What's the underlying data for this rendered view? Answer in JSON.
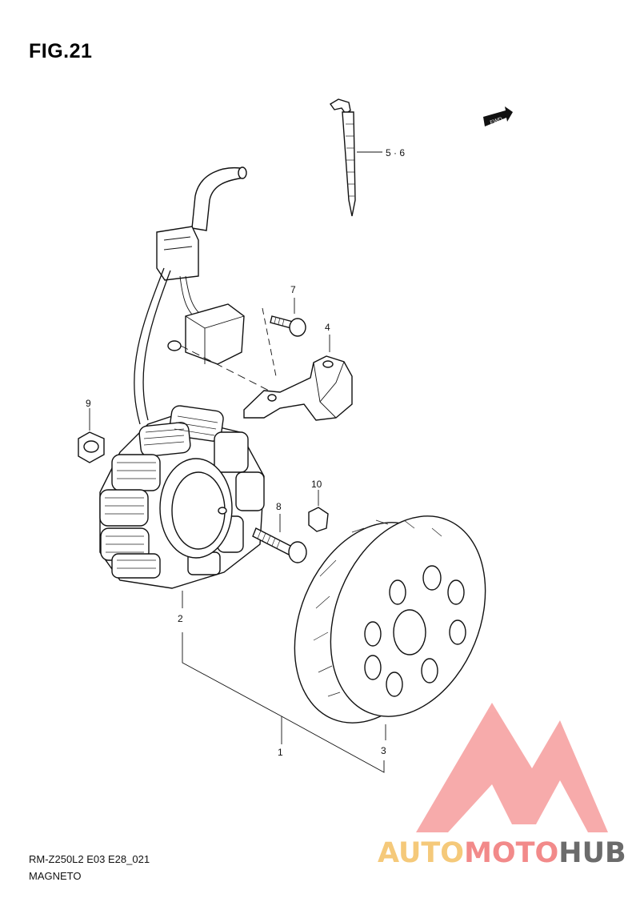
{
  "figure": {
    "title": "FIG.21"
  },
  "fwd_badge": {
    "label": "FWD"
  },
  "callouts": [
    {
      "id": "1",
      "label": "1"
    },
    {
      "id": "2",
      "label": "2"
    },
    {
      "id": "3",
      "label": "3"
    },
    {
      "id": "4",
      "label": "4"
    },
    {
      "id": "56",
      "label": "5 · 6"
    },
    {
      "id": "7",
      "label": "7"
    },
    {
      "id": "8",
      "label": "8"
    },
    {
      "id": "9",
      "label": "9"
    },
    {
      "id": "10",
      "label": "10"
    }
  ],
  "footer": {
    "model_code": "RM-Z250L2 E03 E28_021",
    "section_name": "MAGNETO"
  },
  "watermark": {
    "part1": "AUTO",
    "part2": "MOTO",
    "part3": "HUB",
    "colors": {
      "auto": "#f5c97a",
      "moto": "#f28a8a",
      "hub": "#6b6b6b",
      "logo": "#f7a3a3"
    }
  }
}
